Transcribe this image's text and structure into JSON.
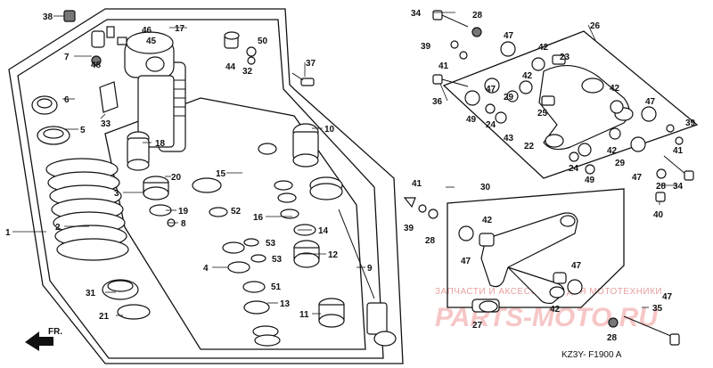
{
  "diagram": {
    "drawing_code": "KZ3Y- F1900 A",
    "front_arrow_label": "FR.",
    "watermark": {
      "line": "ЗАПЧАСТИ И АКСЕССУАРЫ ДЛЯ МОТОТЕХНИКИ",
      "brand": "PARTS-MOTO.RU"
    },
    "callouts": {
      "c1": "1",
      "c2": "2",
      "c3": "3",
      "c4": "4",
      "c5": "5",
      "c6": "6",
      "c7": "7",
      "c8": "8",
      "c9": "9",
      "c10": "10",
      "c11": "11",
      "c12": "12",
      "c13": "13",
      "c14": "14",
      "c15": "15",
      "c16": "16",
      "c17": "17",
      "c18": "18",
      "c19": "19",
      "c20": "20",
      "c21": "21",
      "c22": "22",
      "c23": "23",
      "c24a": "24",
      "c24b": "24",
      "c25": "25",
      "c26": "26",
      "c27": "27",
      "c28a": "28",
      "c28b": "28",
      "c28c": "28",
      "c28d": "28",
      "c29a": "29",
      "c29b": "29",
      "c30": "30",
      "c31": "31",
      "c32": "32",
      "c33": "33",
      "c34a": "34",
      "c34b": "34",
      "c35": "35",
      "c36": "36",
      "c37": "37",
      "c38": "38",
      "c39a": "39",
      "c39b": "39",
      "c39c": "39",
      "c40": "40",
      "c41a": "41",
      "c41b": "41",
      "c41c": "41",
      "c42a": "42",
      "c42b": "42",
      "c42c": "42",
      "c42d": "42",
      "c42e": "42",
      "c42f": "42",
      "c43": "43",
      "c44": "44",
      "c45": "45",
      "c46": "46",
      "c47a": "47",
      "c47b": "47",
      "c47c": "47",
      "c47d": "47",
      "c47e": "47",
      "c47f": "47",
      "c47g": "47",
      "c48": "48",
      "c49a": "49",
      "c49b": "49",
      "c50": "50",
      "c51": "51",
      "c52": "52",
      "c53a": "53",
      "c53b": "53"
    }
  }
}
